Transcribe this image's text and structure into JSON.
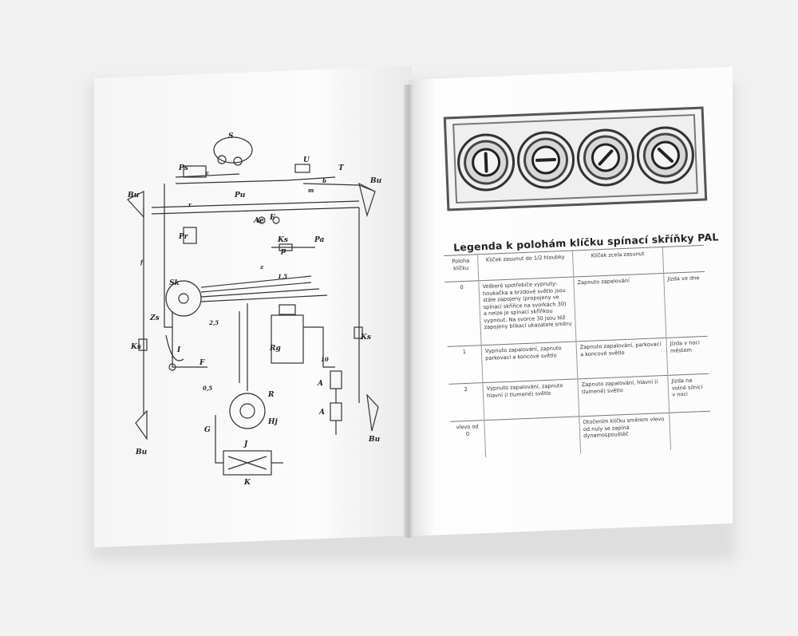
{
  "diagram": {
    "labels": [
      "S",
      "Ps",
      "U",
      "T",
      "Bu",
      "Pu",
      "Bu",
      "Ae",
      "E",
      "Pr",
      "Ks",
      "Pa",
      "p",
      "Sk",
      "Zs",
      "Ks",
      "I",
      "F",
      "Rg",
      "Ks",
      "R",
      "A",
      "Hj",
      "A",
      "Bu",
      "G",
      "J",
      "K",
      "Bu",
      "m",
      "c",
      "b",
      "f",
      "z",
      "r",
      "1,5",
      "0,5",
      "2,5",
      "10"
    ]
  },
  "legend": {
    "title": "Legenda k polohám klíčku spínací skříňky PAL",
    "headers": [
      "Poloha klíčku",
      "Klíček zasunut do 1/2 hloubky",
      "Klíček zcela zasunut",
      ""
    ],
    "rows": [
      [
        "0",
        "Veškeré spotřebiče vypnuty-houkačka a brzdové světlo jsou stále zapojeny (propojeny ve spínací skříňce na svorkách 30) a nelze je spínací skříňkou vypnout. Na svorce 30 jsou též zapojeny blikací ukazatele směru",
        "Zapnuto zapalování",
        "Jízda ve dne"
      ],
      [
        "1",
        "Vypnuto zapalování, zapnuto parkovací a koncové světlo",
        "Zapnuto zapalování, parkovací a koncové světlo",
        "Jízda v noci městem"
      ],
      [
        "2",
        "Vypnuto zapalování, zapnuto hlavní (i tlumené) světlo",
        "Zapnuto zapalování, hlavní (i tlumené) světlo",
        "Jízda na volné silnici v noci"
      ],
      [
        "vlevo od 0",
        "",
        "Otočením klíčku směrem vlevo od nuly se zapíná dynamospouštěč",
        ""
      ]
    ]
  }
}
